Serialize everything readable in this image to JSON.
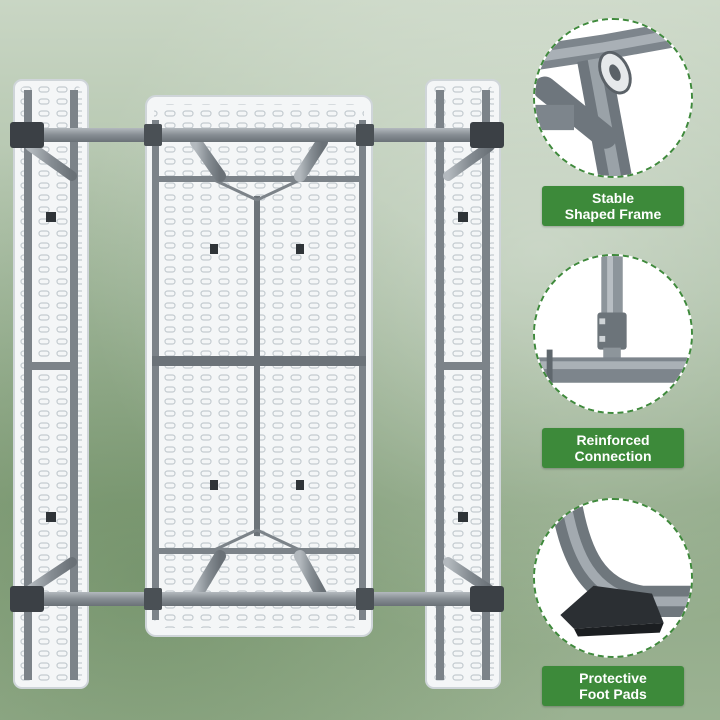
{
  "features": [
    {
      "line1": "Stable",
      "line2": "Shaped Frame",
      "icon": "frame-bracket-icon"
    },
    {
      "line1": "Reinforced",
      "line2": "Connection",
      "icon": "frame-joint-icon"
    },
    {
      "line1": "Protective",
      "line2": "Foot Pads",
      "icon": "foot-pad-icon"
    }
  ],
  "colors": {
    "accent": "#3d8a3a",
    "callout_border": "#3f8a3c",
    "frame_metal": "#8f969c",
    "tabletop": "#f4f6f7"
  }
}
